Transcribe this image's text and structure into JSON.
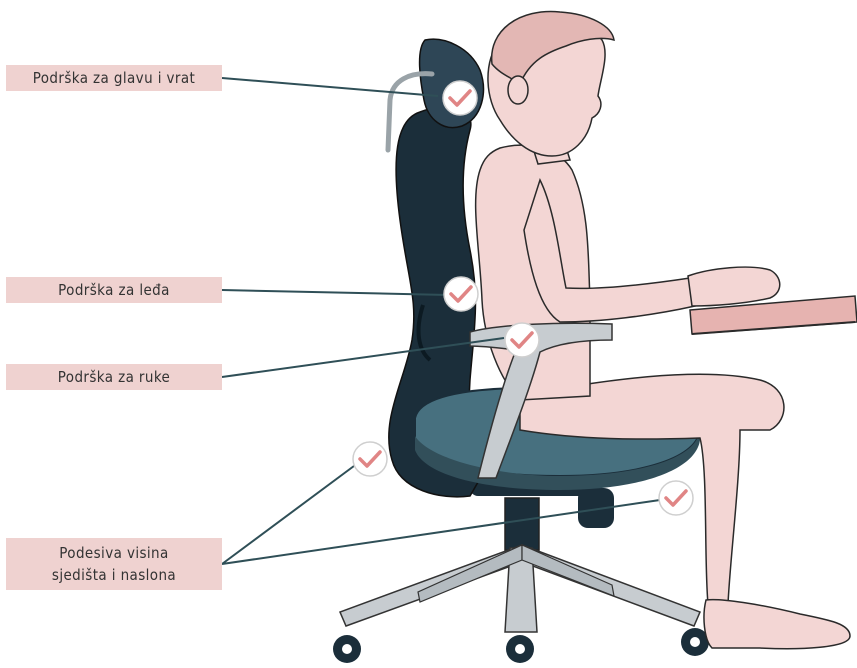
{
  "labels": {
    "head_neck": "Podrška za glavu i vrat",
    "back": "Podrška za leđa",
    "arms": "Podrška za ruke",
    "adjustable_line1": "Podesiva visina",
    "adjustable_line2": "sjedišta i naslona"
  },
  "colors": {
    "label_bg": "#efd2d0",
    "chair_dark": "#1b2e3a",
    "seat_teal": "#47707f",
    "frame_grey": "#c3c9cc",
    "skin_shirt": "#f3d6d4",
    "check": "#e08585",
    "leader_line": "#2f4f57"
  },
  "icons": [
    "check-icon"
  ]
}
